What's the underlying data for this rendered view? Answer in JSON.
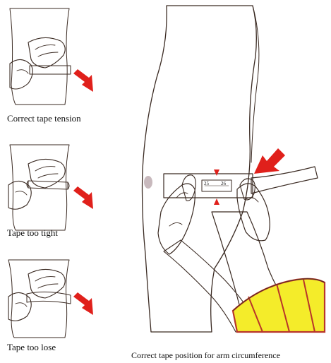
{
  "panels": [
    {
      "caption": "Correct tape tension"
    },
    {
      "caption": "Tape too tight"
    },
    {
      "caption": "Tape too lose"
    }
  ],
  "main": {
    "caption": "Correct tape position for arm circumference",
    "tape_marks": [
      "25",
      "26"
    ]
  },
  "colors": {
    "skin_texture": "#c9746a",
    "arrow": "#e0201b",
    "sleeve": "#f4ec2a",
    "sleeve_outline": "#b8352a",
    "tape": "#ffffff",
    "outline": "#3a2a22"
  }
}
